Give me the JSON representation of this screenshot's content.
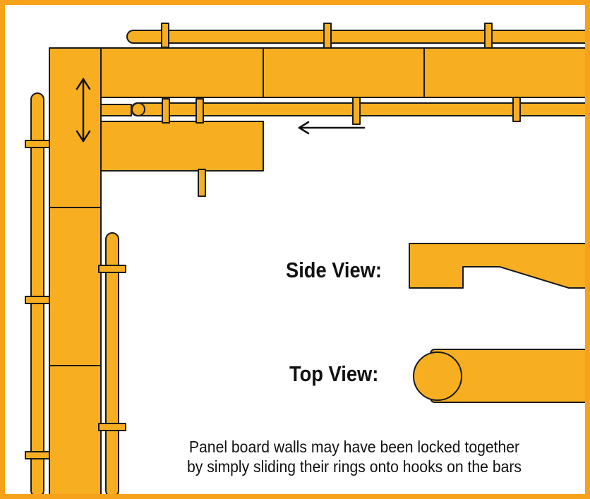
{
  "labels": {
    "side_view": "Side View:",
    "top_view": "Top View:"
  },
  "caption": {
    "line1": "Panel board walls may have been locked together",
    "line2": "by simply sliding their rings onto hooks on the bars"
  },
  "colors": {
    "wood": "#F7AE21",
    "border": "#F7A21B",
    "outline": "#1a1a1a"
  }
}
